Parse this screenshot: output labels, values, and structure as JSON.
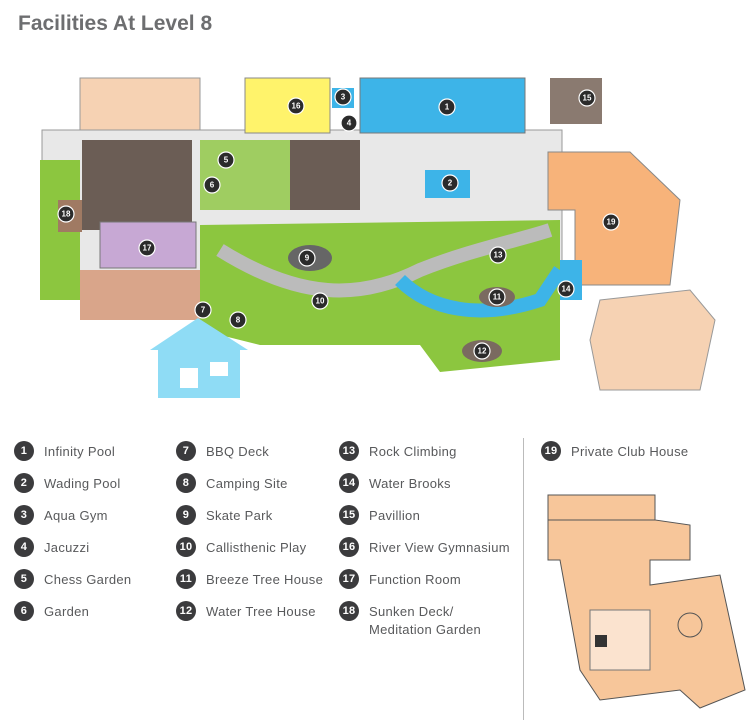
{
  "title": "Facilities At Level 8",
  "legend": [
    {
      "num": "1",
      "label": "Infinity Pool"
    },
    {
      "num": "2",
      "label": "Wading Pool"
    },
    {
      "num": "3",
      "label": "Aqua Gym"
    },
    {
      "num": "4",
      "label": "Jacuzzi"
    },
    {
      "num": "5",
      "label": "Chess Garden"
    },
    {
      "num": "6",
      "label": "Garden"
    },
    {
      "num": "7",
      "label": "BBQ Deck"
    },
    {
      "num": "8",
      "label": "Camping Site"
    },
    {
      "num": "9",
      "label": "Skate Park"
    },
    {
      "num": "10",
      "label": "Callisthenic Play"
    },
    {
      "num": "11",
      "label": "Breeze Tree House"
    },
    {
      "num": "12",
      "label": "Water Tree House"
    },
    {
      "num": "13",
      "label": "Rock Climbing"
    },
    {
      "num": "14",
      "label": "Water Brooks"
    },
    {
      "num": "15",
      "label": "Pavillion"
    },
    {
      "num": "16",
      "label": "River View Gymnasium"
    },
    {
      "num": "17",
      "label": "Function Room"
    },
    {
      "num": "18",
      "label": "Sunken Deck/ Meditation Garden"
    },
    {
      "num": "19",
      "label": "Private Club House"
    }
  ],
  "colors": {
    "pool": "#3db4e8",
    "garden": "#8cc63f",
    "deck": "#7a6a60",
    "gym": "#fff36b",
    "function": "#c7a8d4",
    "clubhouse": "#f7b37a",
    "house_icon": "#8fdcf5"
  }
}
